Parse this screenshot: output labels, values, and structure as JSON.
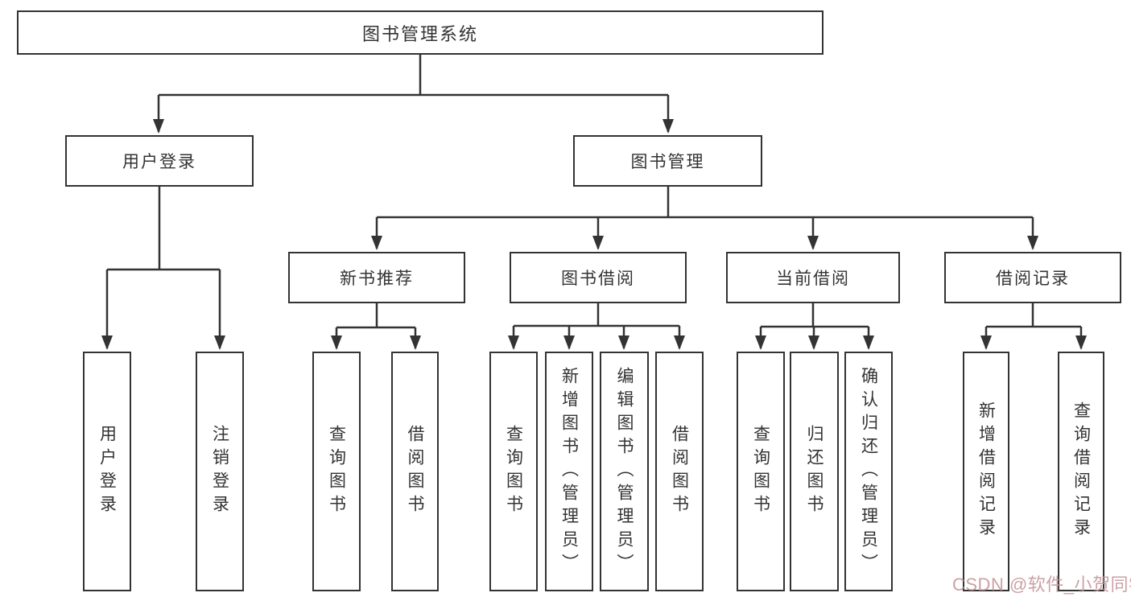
{
  "colors": {
    "line": "#333333",
    "text": "#333333",
    "background": "#ffffff"
  },
  "tree": {
    "root": "图书管理系统",
    "branches": [
      {
        "label": "用户登录",
        "children": [
          "用户登录",
          "注销登录"
        ]
      },
      {
        "label": "图书管理",
        "groups": [
          {
            "label": "新书推荐",
            "children": [
              "查询图书",
              "借阅图书"
            ]
          },
          {
            "label": "图书借阅",
            "children": [
              "查询图书",
              "新增图书（管理员）",
              "编辑图书（管理员）",
              "借阅图书"
            ]
          },
          {
            "label": "当前借阅",
            "children": [
              "查询图书",
              "归还图书",
              "确认归还（管理员）"
            ]
          },
          {
            "label": "借阅记录",
            "children": [
              "新增借阅记录",
              "查询借阅记录"
            ]
          }
        ]
      }
    ]
  },
  "watermark": {
    "text": "CSDN @软件_小贺同学",
    "color": "#c49598"
  }
}
